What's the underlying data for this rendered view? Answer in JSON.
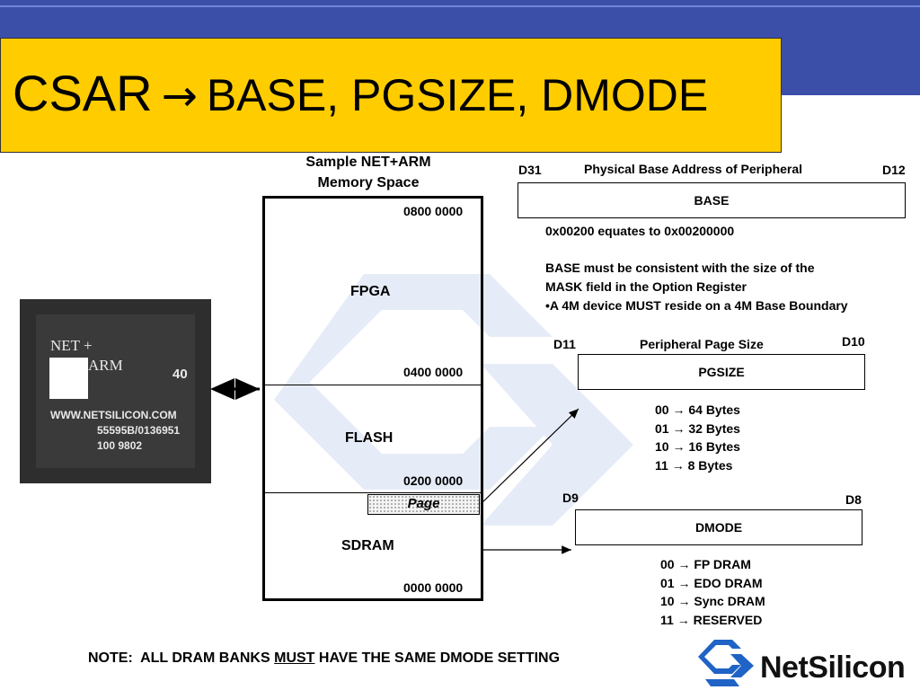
{
  "title": {
    "main": "CSAR",
    "arrow": "→",
    "rest": "BASE, PGSIZE, DMODE"
  },
  "memory": {
    "heading_line1": "Sample NET+ARM",
    "heading_line2": "Memory Space",
    "addr_top": "0800 0000",
    "addr_fpga_flash": "0400 0000",
    "addr_flash_sdram": "0200 0000",
    "addr_bottom": "0000 0000",
    "fpga": "FPGA",
    "flash": "FLASH",
    "sdram": "SDRAM",
    "page": "Page"
  },
  "chip": {
    "brand_line1": "NET +",
    "brand_line2": "ARM",
    "number": "40",
    "url": "WWW.NETSILICON.COM",
    "part": "55595B/0136951",
    "lot": "100 9802"
  },
  "base_register": {
    "msb": "D31",
    "lsb": "D12",
    "caption": "Physical Base Address of Peripheral",
    "field": "BASE",
    "note1": "0x00200 equates to 0x00200000",
    "note2": "BASE must be consistent with the size of the",
    "note3": "MASK field in the Option Register",
    "note4": "•A 4M device MUST reside on a 4M Base Boundary"
  },
  "pgsize_register": {
    "msb": "D11",
    "lsb": "D10",
    "caption": "Peripheral Page Size",
    "field": "PGSIZE",
    "options": [
      "00 → 64 Bytes",
      "01 → 32 Bytes",
      "10 → 16 Bytes",
      "11 → 8 Bytes"
    ]
  },
  "dmode_register": {
    "msb": "D9",
    "lsb": "D8",
    "field": "DMODE",
    "options": [
      "00 → FP DRAM",
      "01 → EDO DRAM",
      "10 → Sync DRAM",
      "11 → RESERVED"
    ]
  },
  "note": {
    "prefix": "NOTE:  ALL DRAM BANKS ",
    "emphasis": "MUST",
    "suffix": " HAVE THE SAME DMODE SETTING"
  },
  "logo": {
    "text": "NetSilicon"
  },
  "colors": {
    "top_band": "#3b4fa8",
    "title_background": "#ffcc00",
    "logo_blue": "#1f63c6"
  }
}
